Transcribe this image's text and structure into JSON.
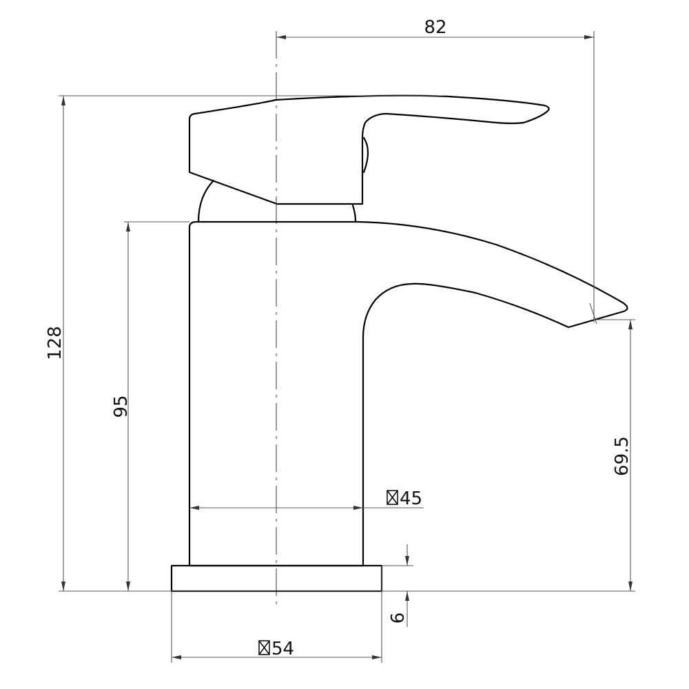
{
  "drawing": {
    "subject": "Basin mixer tap side elevation",
    "units": "mm",
    "line_color": "#000000",
    "dimension_color": "#555555",
    "background": "#ffffff"
  },
  "dimensions": {
    "overall_height": {
      "value": "128",
      "orientation": "vertical",
      "position": "far-left"
    },
    "body_height": {
      "value": "95",
      "orientation": "vertical",
      "position": "left"
    },
    "spout_projection": {
      "value": "82",
      "orientation": "horizontal",
      "position": "top"
    },
    "spout_outlet_height": {
      "value": "69.5",
      "orientation": "vertical",
      "position": "right"
    },
    "body_width": {
      "value": "45",
      "prefix_symbol": "square-section-icon",
      "orientation": "horizontal",
      "position": "middle"
    },
    "base_width": {
      "value": "54",
      "prefix_symbol": "square-section-icon",
      "orientation": "horizontal",
      "position": "bottom"
    },
    "base_thickness": {
      "value": "6",
      "orientation": "vertical",
      "position": "bottom-right"
    }
  },
  "parts": [
    "lever-handle",
    "cartridge-dome",
    "tap-body",
    "waterfall-spout",
    "base-plate",
    "centerline"
  ]
}
